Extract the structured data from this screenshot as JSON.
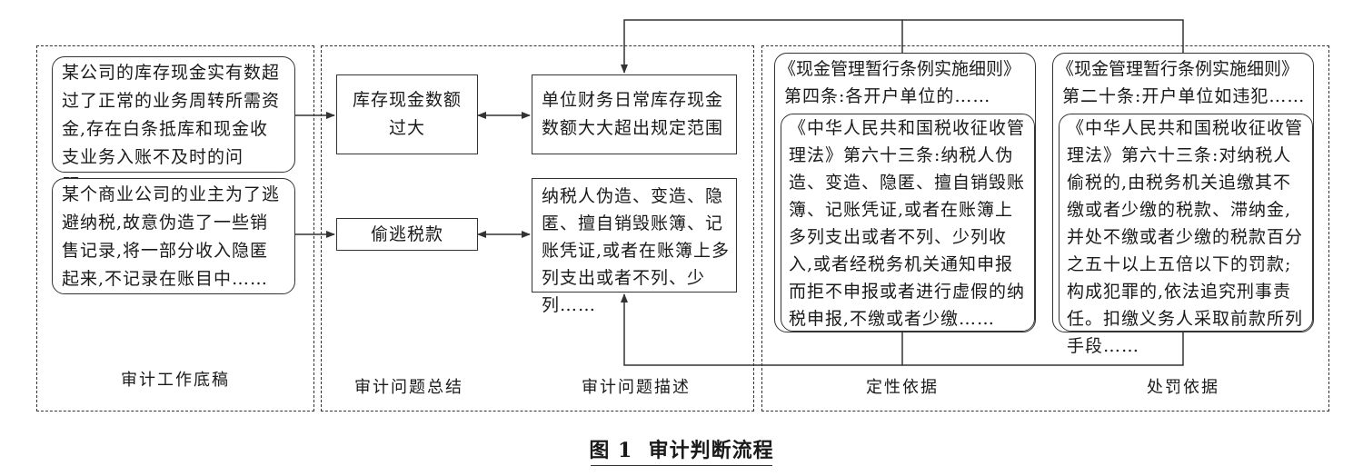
{
  "sections": {
    "work_papers": "审计工作底稿",
    "problem_summary": "审计问题总结",
    "problem_description": "审计问题描述",
    "qualitative_basis": "定性依据",
    "penalty_basis": "处罚依据"
  },
  "work_papers": {
    "case1": "某公司的库存现金实有数超过了正常的业务周转所需资金,存在白条抵库和现金收支业务入账不及时的问题……",
    "case2": "某个商业公司的业主为了逃避纳税,故意伪造了一些销售记录,将一部分收入隐匿起来,不记录在账目中……"
  },
  "summary": {
    "item1": "库存现金数额过大",
    "item2": "偷逃税款"
  },
  "description": {
    "item1": "单位财务日常库存现金数额大大超出规定范围",
    "item2": "纳税人伪造、变造、隐匿、擅自销毁账簿、记账凭证,或者在账簿上多列支出或者不列、少列……"
  },
  "qualitative": {
    "rule_title": "《现金管理暂行条例实施细则》",
    "rule_text": "第四条:各开户单位的……",
    "law_text": "《中华人民共和国税收征收管理法》第六十三条:纳税人伪造、变造、隐匿、擅自销毁账簿、记账凭证,或者在账簿上多列支出或者不列、少列收入,或者经税务机关通知申报而拒不申报或者进行虚假的纳税申报,不缴或者少缴……"
  },
  "penalty": {
    "rule_title": "《现金管理暂行条例实施细则》",
    "rule_text": "第二十条:开户单位如违犯……",
    "law_text": "《中华人民共和国税收征收管理法》第六十三条:对纳税人偷税的,由税务机关追缴其不缴或者少缴的税款、滞纳金,并处不缴或者少缴的税款百分之五十以上五倍以下的罚款;构成犯罪的,依法追究刑事责任。扣缴义务人采取前款所列手段……"
  },
  "caption": "图 1  审计判断流程"
}
